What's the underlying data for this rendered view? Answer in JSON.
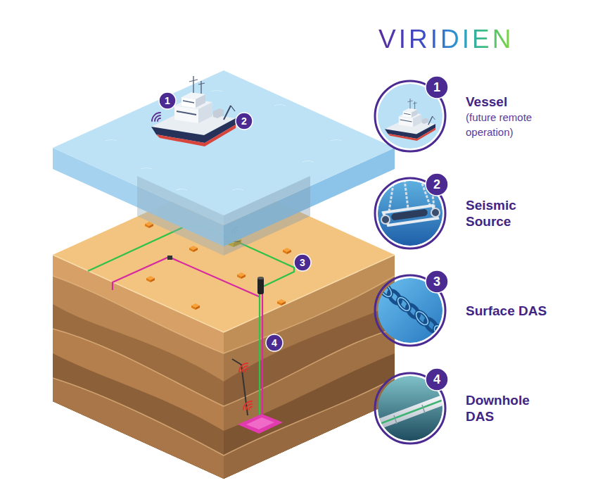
{
  "diagram": {
    "title": "VIRIDIEN",
    "nodes": [
      {
        "text": [
          "1"
        ]
      },
      {
        "text": [
          "2"
        ]
      },
      {
        "text": [
          "3"
        ]
      },
      {
        "text": [
          "4"
        ]
      },
      {
        "text": [
          "Vessel",
          "(future remote operation)"
        ]
      },
      {
        "text": [
          "1"
        ],
        "in": 4
      },
      {
        "text": [
          "Seismic Source"
        ]
      },
      {
        "text": [
          "2"
        ],
        "in": 6
      },
      {
        "text": [
          "Surface DAS"
        ]
      },
      {
        "text": [
          "3"
        ],
        "in": 8
      },
      {
        "text": [
          "Downhole DAS"
        ]
      },
      {
        "text": [
          "4"
        ],
        "in": 10
      }
    ]
  }
}
